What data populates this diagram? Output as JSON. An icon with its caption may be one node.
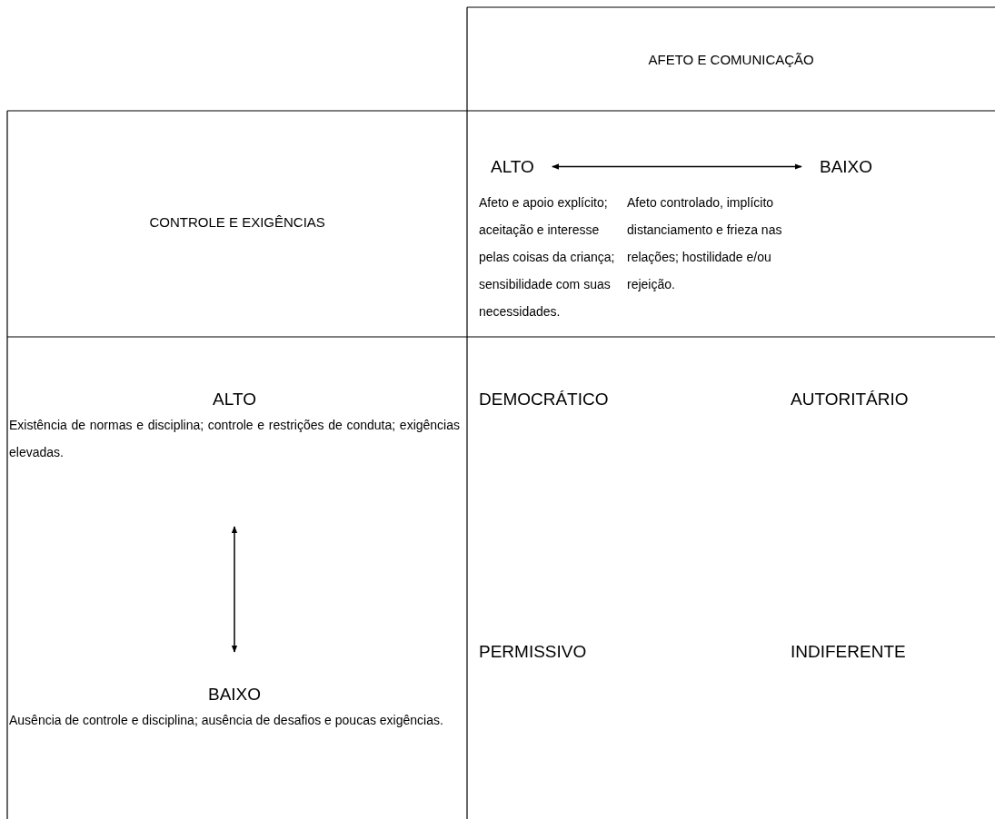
{
  "diagram": {
    "nodes": [
      {
        "text": [
          "ALTO"
        ]
      },
      {
        "text": [
          "BAIXO"
        ]
      },
      {
        "text": [
          "ALTO",
          "Existência de normas e disciplina; controle e restrições de conduta; exigências elevadas."
        ]
      },
      {
        "text": [
          "BAIXO",
          "Ausência de controle e disciplina; ausência de desafios e poucas exigências."
        ]
      }
    ],
    "edges": [
      {
        "from": 0,
        "to": 1,
        "arrow": "both"
      },
      {
        "from": 2,
        "to": 3,
        "arrow": "both"
      }
    ],
    "labels": [
      "AFETO E COMUNICAÇÃO",
      "CONTROLE E EXIGÊNCIAS",
      "Afeto e apoio explícito; aceitação e interesse pelas coisas da criança; sensibilidade com suas necessidades.",
      "Afeto controlado, implícito distanciamento e frieza nas relações; hostilidade e/ou rejeição.",
      "DEMOCRÁTICO",
      "AUTORITÁRIO",
      "PERMISSIVO",
      "INDIFERENTE"
    ]
  }
}
